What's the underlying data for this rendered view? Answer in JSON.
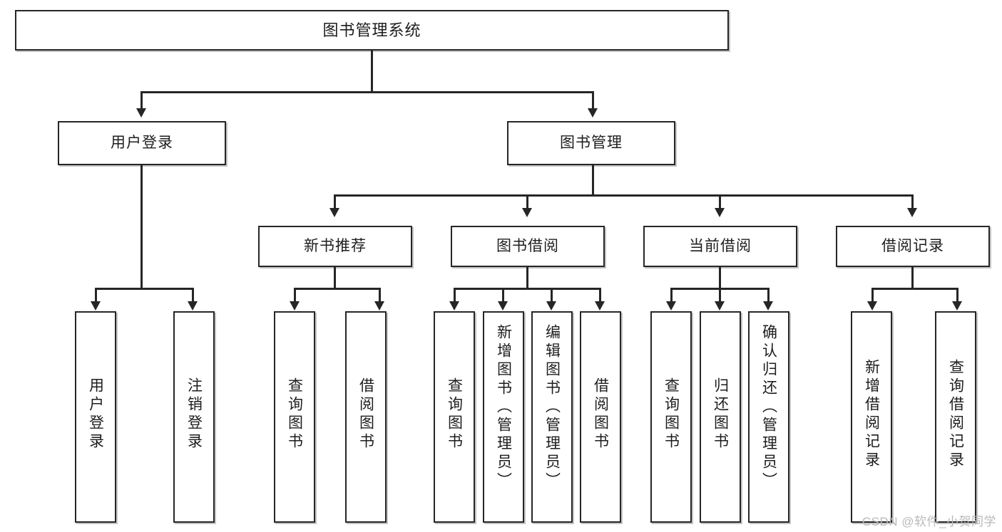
{
  "diagram": {
    "title": "图书管理系统",
    "type": "tree",
    "watermark": "CSDN @软件_小贺同学",
    "colors": {
      "stroke": "#262626",
      "fill": "#ffffff",
      "text": "#1d1d1d",
      "watermark": "#b9b9b9"
    },
    "nodes": {
      "root": {
        "label": "图书管理系统"
      },
      "level2": [
        {
          "label": "用户登录"
        },
        {
          "label": "图书管理"
        }
      ],
      "level3": [
        {
          "label": "新书推荐"
        },
        {
          "label": "图书借阅"
        },
        {
          "label": "当前借阅"
        },
        {
          "label": "借阅记录"
        }
      ],
      "leaves": {
        "user_login": [
          {
            "label": "用户登录"
          },
          {
            "label": "注销登录"
          }
        ],
        "new_book": [
          {
            "label": "查询图书"
          },
          {
            "label": "借阅图书"
          }
        ],
        "book_borrow": [
          {
            "label": "查询图书"
          },
          {
            "label": "新增图书（管理员）"
          },
          {
            "label": "编辑图书（管理员）"
          },
          {
            "label": "借阅图书"
          }
        ],
        "current_borrow": [
          {
            "label": "查询图书"
          },
          {
            "label": "归还图书"
          },
          {
            "label": "确认归还（管理员）"
          }
        ],
        "borrow_record": [
          {
            "label": "新增借阅记录"
          },
          {
            "label": "查询借阅记录"
          }
        ]
      }
    }
  }
}
